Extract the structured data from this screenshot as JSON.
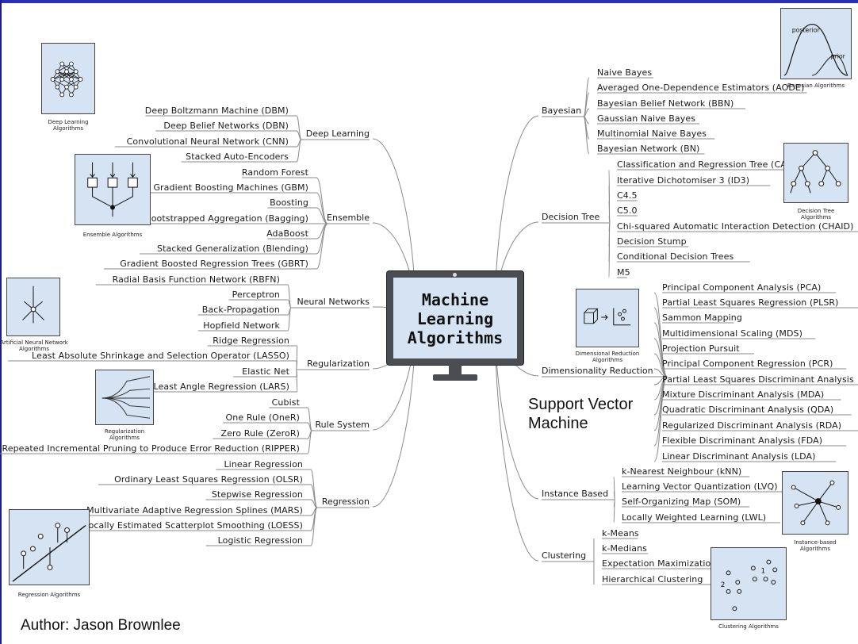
{
  "title": {
    "line1": "Machine",
    "line2": "Learning",
    "line3": "Algorithms"
  },
  "author": "Author: Jason Brownlee",
  "support_vector": "Support Vector\nMachine",
  "categories": {
    "deep_learning": {
      "label": "Deep Learning",
      "items": [
        "Deep Boltzmann Machine (DBM)",
        "Deep Belief Networks (DBN)",
        "Convolutional Neural Network (CNN)",
        "Stacked Auto-Encoders"
      ]
    },
    "ensemble": {
      "label": "Ensemble",
      "items": [
        "Random Forest",
        "Gradient Boosting Machines (GBM)",
        "Boosting",
        "Bootstrapped Aggregation (Bagging)",
        "AdaBoost",
        "Stacked Generalization (Blending)",
        "Gradient Boosted Regression Trees (GBRT)"
      ]
    },
    "neural_networks": {
      "label": "Neural Networks",
      "items": [
        "Radial Basis Function Network (RBFN)",
        "Perceptron",
        "Back-Propagation",
        "Hopfield Network"
      ]
    },
    "regularization": {
      "label": "Regularization",
      "items": [
        "Ridge Regression",
        "Least Absolute Shrinkage and Selection Operator (LASSO)",
        "Elastic Net",
        "Least Angle Regression (LARS)"
      ]
    },
    "rule_system": {
      "label": "Rule System",
      "items": [
        "Cubist",
        "One Rule (OneR)",
        "Zero Rule (ZeroR)",
        "Repeated Incremental Pruning to Produce Error Reduction (RIPPER)"
      ]
    },
    "regression": {
      "label": "Regression",
      "items": [
        "Linear Regression",
        "Ordinary Least Squares Regression (OLSR)",
        "Stepwise Regression",
        "Multivariate Adaptive Regression Splines (MARS)",
        "Locally Estimated Scatterplot Smoothing (LOESS)",
        "Logistic Regression"
      ]
    },
    "bayesian": {
      "label": "Bayesian",
      "items": [
        "Naive Bayes",
        "Averaged One-Dependence Estimators (AODE)",
        "Bayesian Belief Network (BBN)",
        "Gaussian Naive Bayes",
        "Multinomial Naive Bayes",
        "Bayesian Network (BN)"
      ]
    },
    "decision_tree": {
      "label": "Decision Tree",
      "items": [
        "Classification and Regression Tree (CART)",
        "Iterative Dichotomiser 3 (ID3)",
        "C4.5",
        "C5.0",
        "Chi-squared Automatic Interaction Detection (CHAID)",
        "Decision Stump",
        "Conditional Decision Trees",
        "M5"
      ]
    },
    "dimensionality_reduction": {
      "label": "Dimensionality Reduction",
      "items": [
        "Principal Component Analysis (PCA)",
        "Partial Least Squares Regression (PLSR)",
        "Sammon Mapping",
        "Multidimensional Scaling (MDS)",
        "Projection Pursuit",
        "Principal Component Regression (PCR)",
        "Partial Least Squares Discriminant Analysis",
        "Mixture Discriminant Analysis (MDA)",
        "Quadratic Discriminant Analysis (QDA)",
        "Regularized Discriminant Analysis (RDA)",
        "Flexible Discriminant Analysis (FDA)",
        "Linear Discriminant Analysis (LDA)"
      ]
    },
    "instance_based": {
      "label": "Instance Based",
      "items": [
        "k-Nearest Neighbour (kNN)",
        "Learning Vector Quantization (LVQ)",
        "Self-Organizing Map (SOM)",
        "Locally Weighted Learning (LWL)"
      ]
    },
    "clustering": {
      "label": "Clustering",
      "items": [
        "k-Means",
        "k-Medians",
        "Expectation Maximization",
        "Hierarchical Clustering"
      ]
    }
  },
  "thumbnails": {
    "deep_learning": {
      "caption": "Deep Learning\nAlgorithms"
    },
    "ensemble": {
      "caption": "Ensemble Algorithms"
    },
    "neural_network": {
      "caption": "Artificial Neural Network\nAlgorithms"
    },
    "regularization": {
      "caption": "Regularization\nAlgorithms"
    },
    "regression": {
      "caption": "Regression Algorithms"
    },
    "bayesian": {
      "caption": "Bayesian Algorithms",
      "posterior": "posterior",
      "prior": "prior"
    },
    "decision_tree": {
      "caption": "Decision Tree\nAlgorithms"
    },
    "dimensional_reduction": {
      "caption": "Dimensional Reduction\nAlgorithms"
    },
    "instance_based": {
      "caption": "Instance-based\nAlgorithms"
    },
    "clustering": {
      "caption": "Clustering Algorithms",
      "label1": "1",
      "label2": "2"
    }
  },
  "colors": {
    "accent": "#2b2fb8",
    "thumb_bg": "#d5e3f2",
    "monitor": "#4a4d52",
    "line": "#8a8a8a"
  }
}
